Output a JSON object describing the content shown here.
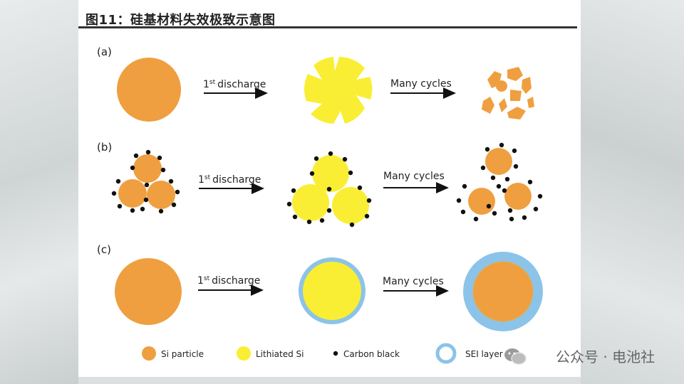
{
  "figure": {
    "title": "图11：硅基材料失效极致示意图",
    "panel_a": {
      "label": "(a)",
      "arrow1_text": "discharge",
      "arrow1_num": "1",
      "arrow1_sup": "st",
      "arrow2_text": "Many cycles"
    },
    "panel_b": {
      "label": "(b)",
      "arrow1_text": "discharge",
      "arrow1_num": "1",
      "arrow1_sup": "st",
      "arrow2_text": "Many cycles"
    },
    "panel_c": {
      "label": "(c)",
      "arrow1_text": "discharge",
      "arrow1_num": "1",
      "arrow1_sup": "st",
      "arrow2_text": "Many cycles"
    },
    "legend": [
      {
        "label": "Si particle",
        "color": "#ef9f3f"
      },
      {
        "label": "Lithiated Si",
        "color": "#f9ee33"
      },
      {
        "label": "Carbon black",
        "color": "#111111"
      },
      {
        "label": "SEI layer",
        "color": "#8cc3e8"
      }
    ]
  },
  "colors": {
    "si": "#ef9f3f",
    "lithiated": "#f9ee33",
    "carbon": "#111111",
    "sei": "#8cc3e8"
  },
  "watermark": {
    "text": "公众号 · 电池社",
    "icon": "wechat-icon"
  }
}
